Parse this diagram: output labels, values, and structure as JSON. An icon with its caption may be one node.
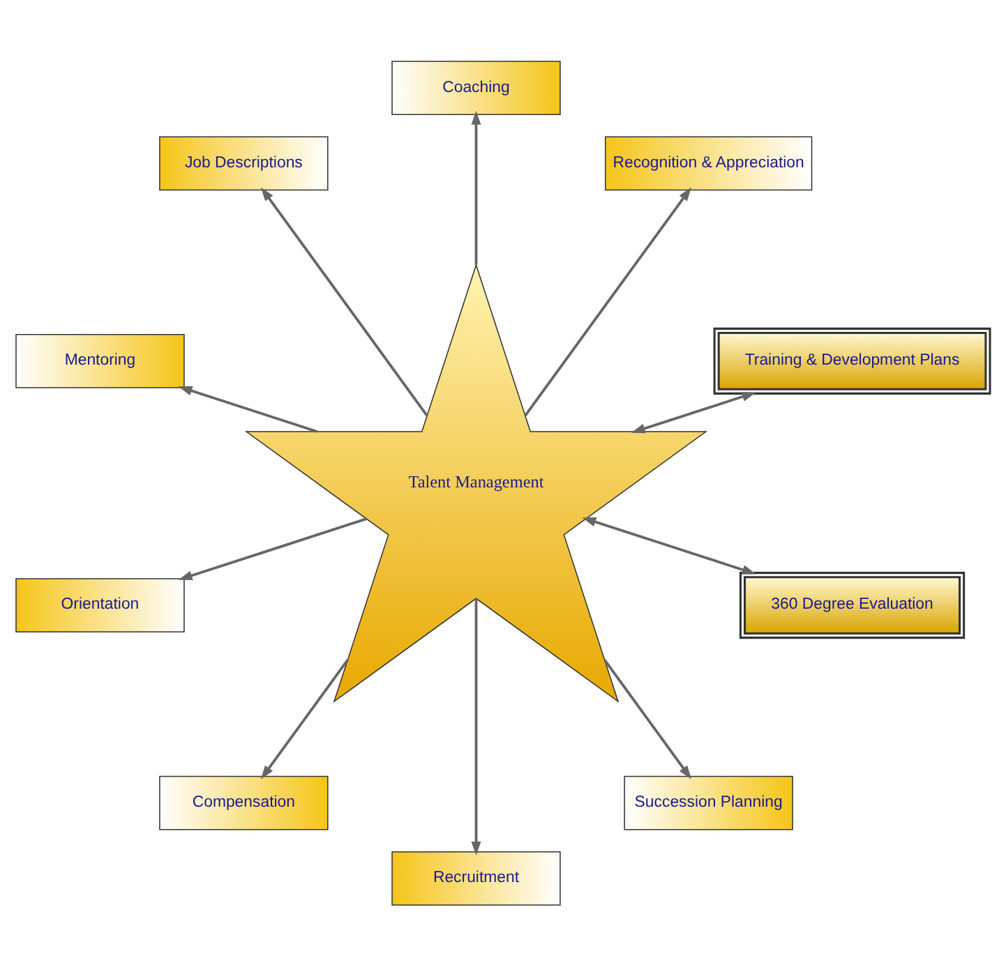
{
  "diagram": {
    "nodes": [
      {
        "text": [
          "Talent Management"
        ]
      },
      {
        "text": [
          "Training & Development Plans"
        ]
      },
      {
        "text": [
          "Recognition & Appreciation"
        ]
      },
      {
        "text": [
          "Coaching"
        ]
      },
      {
        "text": [
          "Job Descriptions"
        ]
      },
      {
        "text": [
          "Mentoring"
        ]
      },
      {
        "text": [
          "Orientation"
        ]
      },
      {
        "text": [
          "Compensation"
        ]
      },
      {
        "text": [
          "Recruitment"
        ]
      },
      {
        "text": [
          "Succession Planning"
        ]
      },
      {
        "text": [
          "360 Degree Evaluation"
        ]
      }
    ],
    "edges": [
      {
        "from": 0,
        "to": 1,
        "arrow": "both"
      },
      {
        "from": 0,
        "to": 2,
        "arrow": "to"
      },
      {
        "from": 0,
        "to": 3,
        "arrow": "to"
      },
      {
        "from": 0,
        "to": 4,
        "arrow": "to"
      },
      {
        "from": 0,
        "to": 5,
        "arrow": "to"
      },
      {
        "from": 0,
        "to": 6,
        "arrow": "to"
      },
      {
        "from": 0,
        "to": 7,
        "arrow": "to"
      },
      {
        "from": 0,
        "to": 8,
        "arrow": "to"
      },
      {
        "from": 0,
        "to": 9,
        "arrow": "to"
      },
      {
        "from": 0,
        "to": 10,
        "arrow": "both"
      }
    ]
  }
}
